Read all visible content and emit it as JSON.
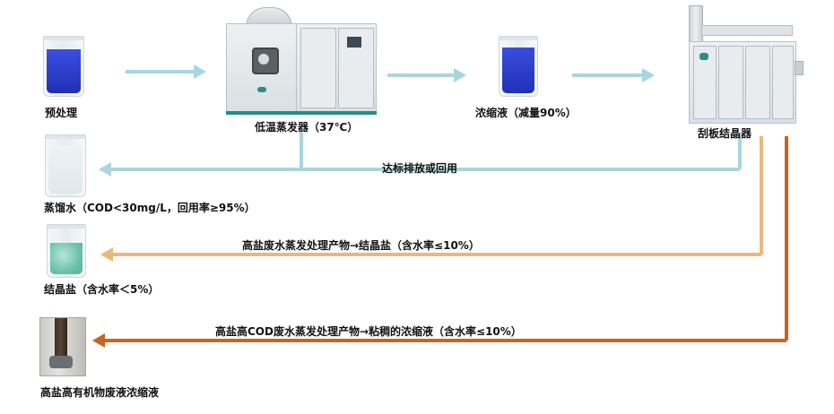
{
  "colors": {
    "light_blue_line": "#a9d5df",
    "tan_line": "#e7b97d",
    "brown_line": "#c5661f",
    "blue_liquid": "#2b3fd0",
    "green_crystal": "#73c7b5"
  },
  "stages": {
    "pretreatment": "预处理",
    "evaporator": "低温蒸发器（37℃）",
    "concentrate": "浓缩液（减量90%）",
    "crystallizer": "刮板结晶器"
  },
  "outputs": {
    "distilled_water": "蒸馏水（COD<30mg/L，回用率≥95%）",
    "crystal_salt": "结晶盐（含水率＜5%）",
    "high_cod_liquid": "高盐高有机物废液浓缩液"
  },
  "flows": {
    "discharge": "达标排放或回用",
    "salt_product": "高盐废水蒸发处理产物→结晶盐（含水率≤10%）",
    "cod_product": "高盐高COD废水蒸发处理产物→粘稠的浓缩液（含水率≤10%）"
  }
}
